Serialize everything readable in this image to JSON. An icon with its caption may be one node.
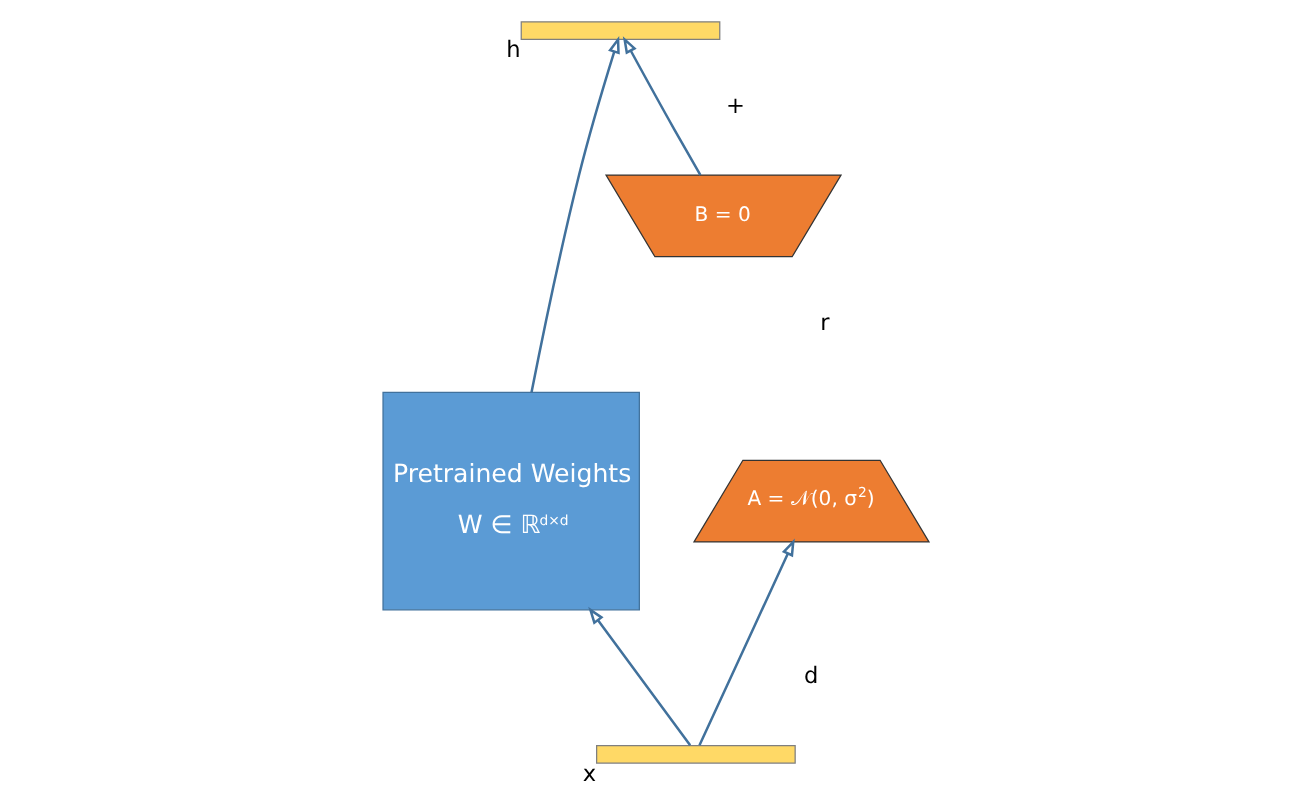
{
  "diagram": {
    "nodes": [
      {
        "text": [],
        "shape": "bar",
        "beside": [
          "h"
        ]
      },
      {
        "text": [
          "Pretrained Weights",
          "W ∈ ℝ$^{d×d}$"
        ]
      },
      {
        "text": [
          "B = 0"
        ]
      },
      {
        "text": [
          "A = 𝒩(0, σ$^{2}$)"
        ]
      },
      {
        "text": [],
        "shape": "bar",
        "beside": [
          "x"
        ]
      }
    ],
    "edges": [
      {
        "from": 1,
        "to": 0,
        "arrow": "to"
      },
      {
        "from": 2,
        "to": 0,
        "arrow": "to"
      },
      {
        "from": 4,
        "to": 1,
        "arrow": "to"
      },
      {
        "from": 4,
        "to": 3,
        "arrow": "to"
      }
    ],
    "labels": [
      "+",
      "r",
      "d"
    ]
  }
}
